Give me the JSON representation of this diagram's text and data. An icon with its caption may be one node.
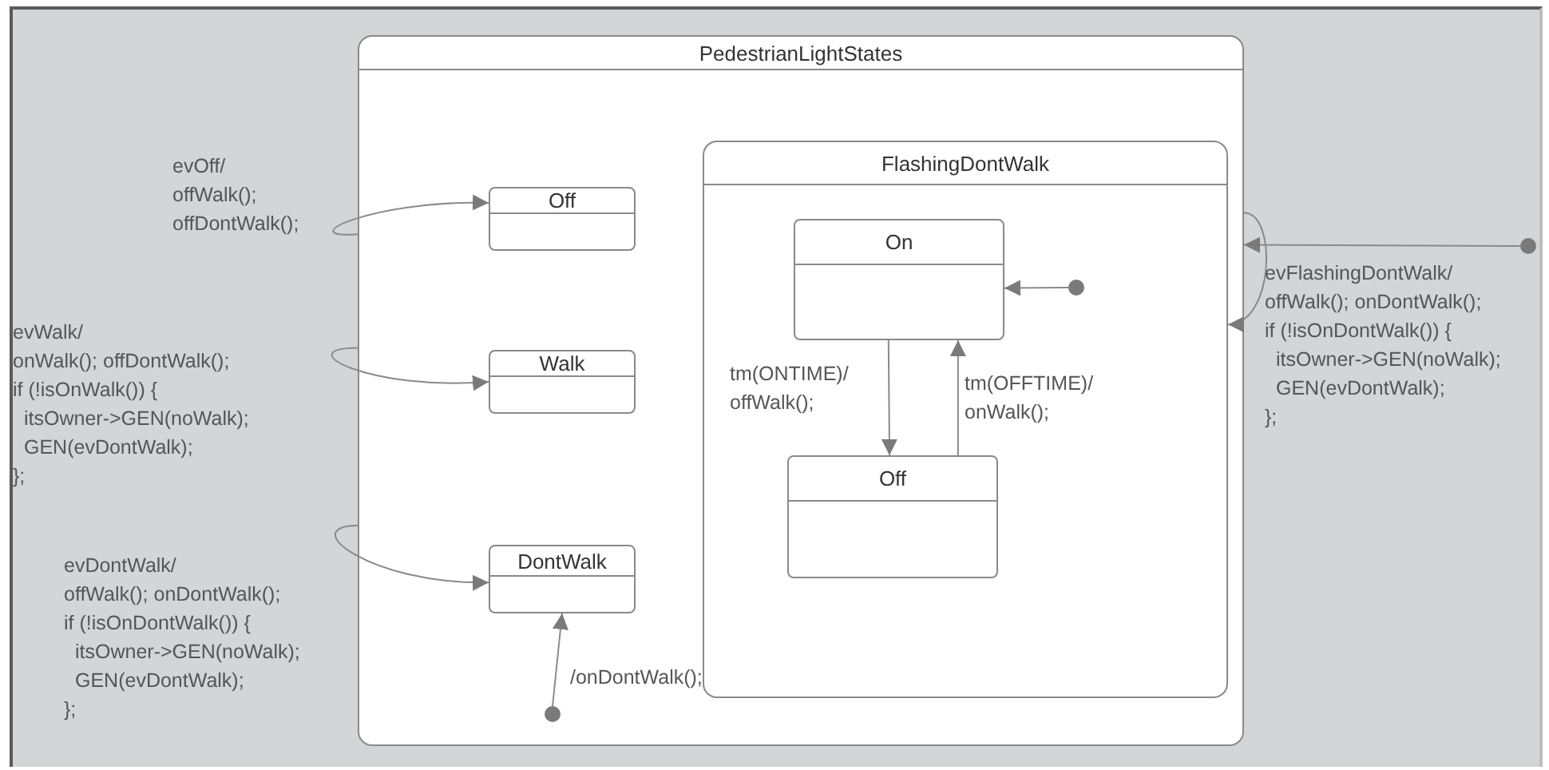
{
  "diagram": {
    "nodes": [
      {
        "text": [
          "PedestrianLightStates"
        ]
      },
      {
        "text": [
          "Off"
        ],
        "in": 0
      },
      {
        "text": [
          "Walk"
        ],
        "in": 0
      },
      {
        "text": [
          "DontWalk"
        ],
        "in": 0
      },
      {
        "text": [
          "FlashingDontWalk"
        ],
        "in": 0
      },
      {
        "text": [
          "On"
        ],
        "in": 4
      },
      {
        "text": [
          "Off"
        ],
        "in": 4
      },
      {
        "text": [],
        "shape": "circle",
        "in": 4
      },
      {
        "text": [],
        "shape": "circle",
        "in": 0
      },
      {
        "text": [],
        "shape": "circle"
      }
    ],
    "edges": [
      {
        "from": 0,
        "to": 1,
        "arrow": "to",
        "label": "evOff/ offWalk(); offDontWalk();"
      },
      {
        "from": 0,
        "to": 2,
        "arrow": "to",
        "label": "evWalk/ onWalk(); offDontWalk(); if (!isOnWalk()) { itsOwner->GEN(noWalk); GEN(evDontWalk); };"
      },
      {
        "from": 0,
        "to": 3,
        "arrow": "to",
        "label": "evDontWalk/ offWalk(); onDontWalk(); if (!isOnDontWalk()) { itsOwner->GEN(noWalk); GEN(evDontWalk); };"
      },
      {
        "from": 8,
        "to": 3,
        "arrow": "to",
        "label": "/onDontWalk();"
      },
      {
        "from": 9,
        "to": 0,
        "arrow": "to"
      },
      {
        "from": 0,
        "to": 4,
        "arrow": "to",
        "label": "evFlashingDontWalk/ offWalk(); onDontWalk(); if (!isOnDontWalk()) { itsOwner->GEN(noWalk); GEN(evDontWalk); };"
      },
      {
        "from": 5,
        "to": 6,
        "arrow": "to",
        "label": "tm(ONTIME)/ offWalk();"
      },
      {
        "from": 6,
        "to": 5,
        "arrow": "to",
        "label": "tm(OFFTIME)/ onWalk();"
      },
      {
        "from": 7,
        "to": 5,
        "arrow": "to"
      }
    ]
  }
}
